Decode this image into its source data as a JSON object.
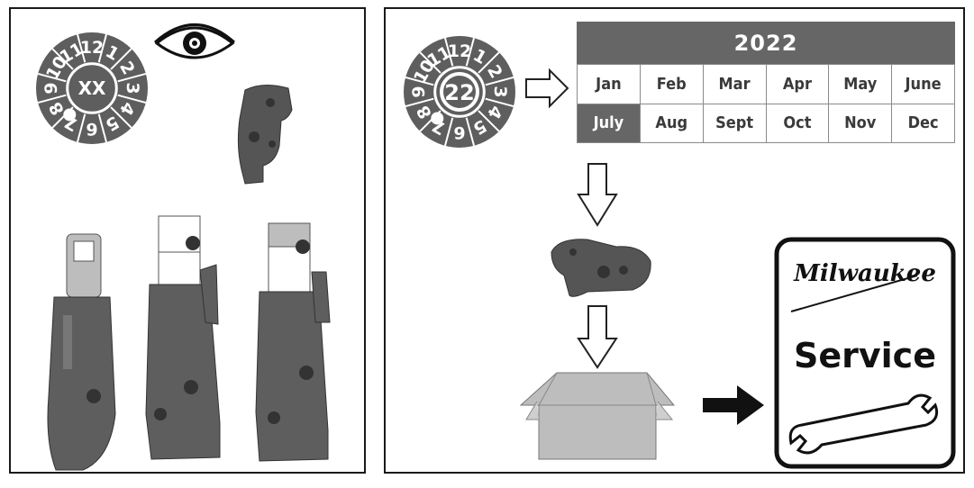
{
  "left_panel": {
    "label_disc_center": "XX",
    "month_numbers": [
      "12",
      "1",
      "2",
      "3",
      "4",
      "5",
      "6",
      "7",
      "8",
      "9",
      "10",
      "11"
    ]
  },
  "right_panel": {
    "label_disc_center": "22",
    "calendar": {
      "year": "2022",
      "months": [
        {
          "label": "Jan",
          "active": false
        },
        {
          "label": "Feb",
          "active": false
        },
        {
          "label": "Mar",
          "active": false
        },
        {
          "label": "Apr",
          "active": false
        },
        {
          "label": "May",
          "active": false
        },
        {
          "label": "June",
          "active": false
        },
        {
          "label": "July",
          "active": true
        },
        {
          "label": "Aug",
          "active": false
        },
        {
          "label": "Sept",
          "active": false
        },
        {
          "label": "Oct",
          "active": false
        },
        {
          "label": "Nov",
          "active": false
        },
        {
          "label": "Dec",
          "active": false
        }
      ]
    },
    "service_card": {
      "brand": "Milwaukee",
      "label": "Service"
    }
  },
  "colors": {
    "dark_gray": "#5e5e5e",
    "mid_gray": "#666666",
    "light_gray": "#bdbdbd",
    "outline": "#1a1a1a"
  },
  "icons": [
    "eye-icon",
    "arrow-right-outline-icon",
    "arrow-down-outline-icon",
    "arrow-right-solid-icon",
    "box-icon",
    "wrench-icon",
    "crimp-jaw-icon",
    "press-tool-icon"
  ]
}
